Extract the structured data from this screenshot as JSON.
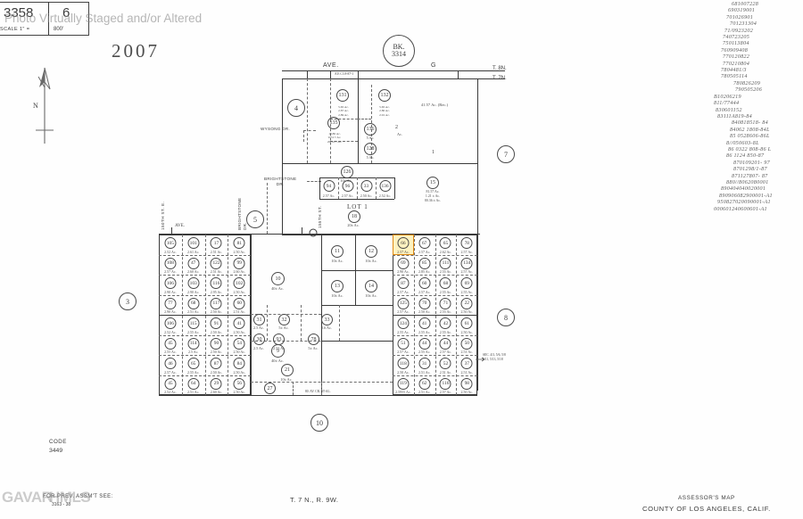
{
  "header": {
    "book_page_left": "3358",
    "book_page_right": "6",
    "scale_text": "SCALE 1\" =",
    "scale_value": "800'",
    "year": "2007",
    "watermark": "Photo Virtually Staged and/or Altered",
    "brand_watermark": "GAVAR",
    "brand_watermark_2": "HMLS"
  },
  "compass": {
    "label": "N"
  },
  "map": {
    "book_circle_line1": "BK.",
    "book_circle_line2": "3314",
    "avenue_label": "AVE.",
    "avenue_letter": "G",
    "township_north": "T. 8N.",
    "township_south": "T. 7N.",
    "street_west": "150TH ST. E.",
    "street_mid": "155TH ST.",
    "street_avenue_h": "AVE.",
    "road_wysong": "WYSONG  DR.",
    "road_brightstone": "BRIGHTSTONE DR.",
    "road_brightstone_vert": "BRIGHTSTONE DR.",
    "lot_label": "LOT  1",
    "bottom_road": "80. AV. CR. ST-AL.",
    "note_right": "SEC. 4/3, 5/6, 5/8\n5/11, 5/13, 5/18",
    "edge_circles": [
      "3",
      "4",
      "5",
      "7",
      "8",
      "10"
    ]
  },
  "big_parcels": [
    {
      "id": "131",
      "ac": "5.65 Ac.\n2.87 Ac.\n2.89 Ac."
    },
    {
      "id": "132",
      "ac": "5.65 Ac.\n2.80 Ac.\n2.91 Ac."
    },
    {
      "id": "135",
      "ac": "10.80 Ac.\n9.74 ± Ac.\n20.54 ± Ac."
    },
    {
      "id": "136",
      "ac": "5 Ac."
    },
    {
      "id": "128",
      "ac": "5 Ac."
    },
    {
      "id": "2",
      "ac": "Ac."
    },
    {
      "id": "1",
      "ac": "41.57 Ac. (Rec.)"
    },
    {
      "id": "15",
      "ac": "81.57 Ac.\n1.21 ± Ac.\n80.36 ± Ac."
    },
    {
      "id": "126",
      "ac": "10± Ac."
    },
    {
      "id": "18",
      "ac": "20± Ac."
    },
    {
      "id": "5",
      "ac": ""
    },
    {
      "id": "10",
      "ac": "40± Ac."
    },
    {
      "id": "9",
      "ac": "40± Ac."
    },
    {
      "id": "11",
      "ac": "10± Ac."
    },
    {
      "id": "12",
      "ac": "10± Ac."
    },
    {
      "id": "13",
      "ac": "10± Ac."
    },
    {
      "id": "14",
      "ac": "10± Ac."
    },
    {
      "id": "21",
      "ac": "10± Ac."
    },
    {
      "id": "78",
      "ac": "5± Ac."
    },
    {
      "id": "32",
      "ac": "5± Ac."
    },
    {
      "id": "33",
      "ac": "2.6 Ac."
    },
    {
      "id": "31",
      "ac": "2.5 Ac."
    },
    {
      "id": "30",
      "ac": "2.5 Ac."
    },
    {
      "id": "93",
      "ac": "2.55 Ac."
    },
    {
      "id": "27",
      "ac": "5± Ac."
    }
  ],
  "lot_row_under_brightstone": [
    {
      "id": "94",
      "ac": "2.57 Ac."
    },
    {
      "id": "96",
      "ac": "2.57 Ac."
    },
    {
      "id": "33",
      "ac": "2.50 Ac."
    },
    {
      "id": "136",
      "ac": "2.52 Ac."
    }
  ],
  "left_grid": {
    "rows": [
      [
        {
          "id": "105",
          "ac": "2.52 Ac."
        },
        {
          "id": "101",
          "ac": "2.61 Ac."
        },
        {
          "id": "17",
          "ac": "2.51 Ac."
        },
        {
          "id": "81",
          "ac": "2.50 Ac."
        }
      ],
      [
        {
          "id": "108",
          "ac": "2.57 Ac."
        },
        {
          "id": "47",
          "ac": "2.60 Ac."
        },
        {
          "id": "122",
          "ac": "2.51 Ac."
        },
        {
          "id": "99",
          "ac": "2.60 Ac."
        }
      ],
      [
        {
          "id": "106",
          "ac": "2.90 Ac."
        },
        {
          "id": "103",
          "ac": "2.90 Ac."
        },
        {
          "id": "116",
          "ac": "2.95 Ac."
        },
        {
          "id": "102",
          "ac": "2.50 Ac."
        }
      ],
      [
        {
          "id": "77",
          "ac": "2.90 Ac."
        },
        {
          "id": "68",
          "ac": "2.51 Ac."
        },
        {
          "id": "117",
          "ac": "2.50 Ac."
        },
        {
          "id": "60",
          "ac": "2.51 Ac."
        }
      ],
      [
        {
          "id": "106",
          "ac": "2.52 Ac."
        },
        {
          "id": "115",
          "ac": "2.55 Ac."
        },
        {
          "id": "91",
          "ac": "2.50 Ac."
        },
        {
          "id": "41",
          "ac": "2.50 Ac."
        }
      ],
      [
        {
          "id": "45",
          "ac": "2.55 Ac."
        },
        {
          "id": "114",
          "ac": "2.5 Ac."
        },
        {
          "id": "90",
          "ac": "2.50 Ac."
        },
        {
          "id": "54",
          "ac": "2.50 Ac."
        }
      ],
      [
        {
          "id": "46",
          "ac": "2.57 Ac."
        },
        {
          "id": "65",
          "ac": "2.55 Ac."
        },
        {
          "id": "87",
          "ac": "2.50 Ac."
        },
        {
          "id": "84",
          "ac": "2.50 Ac."
        }
      ],
      [
        {
          "id": "45",
          "ac": "2.52 Ac."
        },
        {
          "id": "64",
          "ac": "2.51 Ac."
        },
        {
          "id": "29",
          "ac": "2.60 Ac."
        },
        {
          "id": "56",
          "ac": "2.50 Ac."
        }
      ]
    ]
  },
  "right_grid": {
    "rows": [
      [
        {
          "id": "66",
          "ac": "2.57 Ac.",
          "highlight": true
        },
        {
          "id": "67",
          "ac": "2.57 Ac."
        },
        {
          "id": "65",
          "ac": "2.62 Ac."
        },
        {
          "id": "78",
          "ac": "2.57 Ac."
        }
      ],
      [
        {
          "id": "69",
          "ac": "2.90 Ac."
        },
        {
          "id": "85",
          "ac": "2.85 Ac."
        },
        {
          "id": "111",
          "ac": "2.55 Ac."
        },
        {
          "id": "134",
          "ac": "2.57 Ac."
        }
      ],
      [
        {
          "id": "87",
          "ac": "2.57 Ac."
        },
        {
          "id": "60",
          "ac": "2.57 Ac."
        },
        {
          "id": "68",
          "ac": "2.55 Ac."
        },
        {
          "id": "69",
          "ac": "2.55 Ac."
        }
      ],
      [
        {
          "id": "125",
          "ac": "2.57 Ac."
        },
        {
          "id": "70",
          "ac": "2.50 Ac."
        },
        {
          "id": "71",
          "ac": "2.55 Ac."
        },
        {
          "id": "22",
          "ac": "2.50 Ac."
        }
      ],
      [
        {
          "id": "124",
          "ac": "2.55 Ac."
        },
        {
          "id": "41",
          "ac": "2.55 Ac."
        },
        {
          "id": "42",
          "ac": "2.55 Ac."
        },
        {
          "id": "61",
          "ac": "2.50 Ac."
        }
      ],
      [
        {
          "id": "51",
          "ac": "2.57 Ac."
        },
        {
          "id": "44",
          "ac": "2.55 Ac."
        },
        {
          "id": "44",
          "ac": "2.57 Ac."
        },
        {
          "id": "50",
          "ac": "2.51 Ac."
        }
      ],
      [
        {
          "id": "118",
          "ac": "2.50 Ac."
        },
        {
          "id": "31",
          "ac": "2.51 Ac."
        },
        {
          "id": "52",
          "ac": "2.51 Ac."
        },
        {
          "id": "37",
          "ac": "2.51 Ac."
        }
      ],
      [
        {
          "id": "119",
          "ac": "2.5955 Ac."
        },
        {
          "id": "62",
          "ac": "2.51 Ac."
        },
        {
          "id": "116",
          "ac": "2.57 Ac."
        },
        {
          "id": "98",
          "ac": "2.50 Ac."
        }
      ]
    ]
  },
  "handwritten_notes": [
    "681007228",
    "690319001",
    "701026901",
    "701231304",
    "71/0923202",
    "740723205",
    "750113804",
    "760909408",
    "770120822",
    "770210804",
    "7804481/3",
    "780505114",
    "780826209",
    "790505206",
    "B10206219",
    "811/77444",
    "830601152",
    "83111A819-84",
    "840818518- 84",
    "84062 1808-84L",
    "85 0528606-86L",
    "8//050603-8L",
    "86 0322 808-86 L",
    "86 1124 850-87",
    "870109201- 97",
    "8701298/1-87",
    "871127807- 87",
    "880//8062080001",
    "890404040020001",
    "890906082900001-A1",
    "950827020090001-A1",
    "000601240600601-A1"
  ],
  "footer": {
    "code_label": "CODE",
    "code_value": "3449",
    "prev_assmt_label": "FOR PREV. ASSM'T SEE:",
    "prev_assmt_value": "3163 - 38",
    "township_range": "T. 7 N., R. 9W.",
    "map_title_line1": "ASSESSOR'S MAP",
    "map_title_line2": "COUNTY OF LOS ANGELES, CALIF."
  },
  "colors": {
    "highlight_fill": "#fdf2c0",
    "highlight_stroke": "#e08a15",
    "ink": "#3a3a3a",
    "paper": "#fefefe"
  }
}
